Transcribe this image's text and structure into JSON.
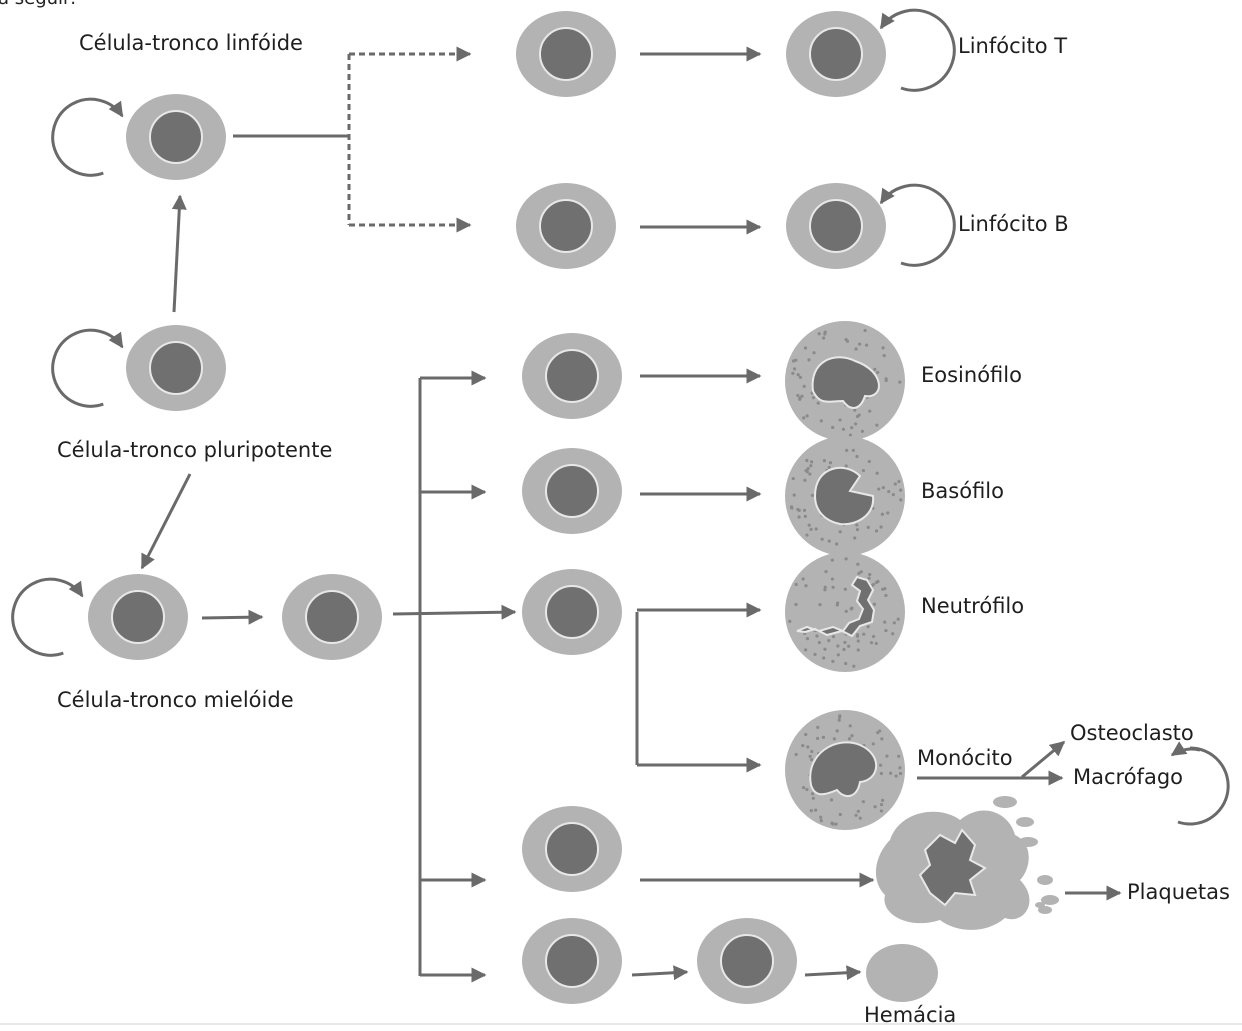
{
  "intro_fragment": "a seguir:",
  "labels": {
    "linfoide": "Célula-tronco linfóide",
    "pluripotente": "Célula-tronco pluripotente",
    "mieloide": "Célula-tronco mielóide",
    "linfocito_t": "Linfócito T",
    "linfocito_b": "Linfócito B",
    "eosinofilo": "Eosinófilo",
    "basofilo": "Basófilo",
    "neutrofilo": "Neutrófilo",
    "monocito": "Monócito",
    "osteoclasto": "Osteoclasto",
    "macrofago": "Macrófago",
    "plaquetas": "Plaquetas",
    "hemacia": "Hemácia"
  },
  "colors": {
    "cytoplasm": "#b3b3b3",
    "nucleus": "#707070",
    "outline": "#e8e8e8",
    "arrow": "#6a6a6a",
    "text": "#1f1f1f",
    "granule": "#8a8a8a"
  }
}
